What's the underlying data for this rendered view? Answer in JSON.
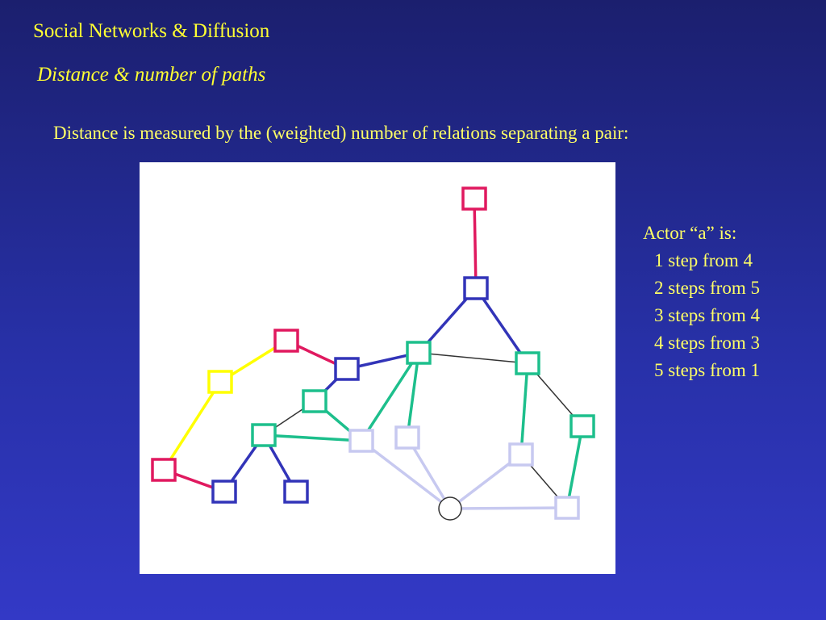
{
  "header": {
    "title": "Social Networks & Diffusion",
    "subtitle": "Distance & number of paths"
  },
  "intro": "Distance is measured by the (weighted) number of relations separating a pair:",
  "notes": {
    "heading": "Actor “a” is:",
    "steps": [
      "1 step from 4",
      "2 steps from 5",
      "3 steps from 4",
      "4 steps from 3",
      "5 steps from 1"
    ]
  },
  "diagram": {
    "colors": {
      "step1": "#3234b8",
      "step2": "#1dbf8c",
      "step3": "#c7c9f0",
      "step4": "#e0195f",
      "step5": "#ffff00",
      "other": "#333333",
      "background": "#ffffff"
    }
  }
}
